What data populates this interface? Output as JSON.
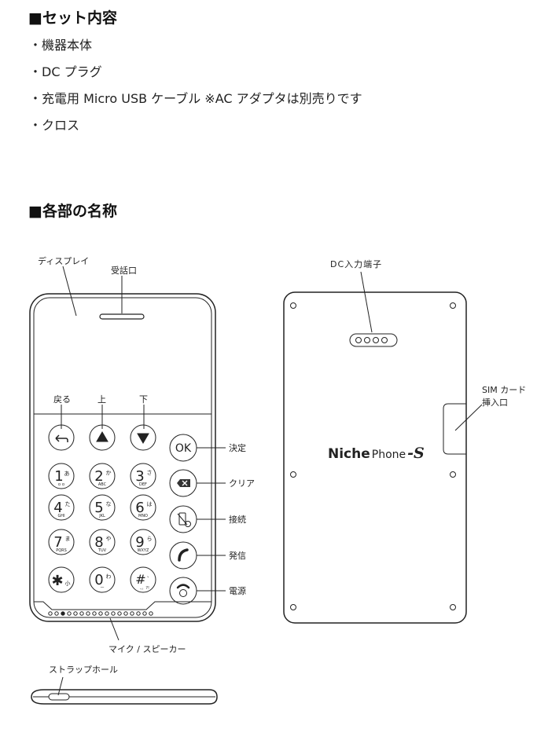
{
  "contents": {
    "heading": "■セット内容",
    "items": [
      "・機器本体",
      "・DC プラグ",
      "・充電用 Micro USB ケーブル ※AC アダプタは別売りです",
      "・クロス"
    ]
  },
  "parts": {
    "heading": "■各部の名称",
    "labels": {
      "display": "ディスプレイ",
      "receiver": "受話口",
      "back": "戻る",
      "up": "上",
      "down": "下",
      "decide": "決定",
      "clear": "クリア",
      "connect": "接続",
      "call": "発信",
      "power": "電源",
      "mic_speaker": "マイク / スピーカー",
      "dc_port": "DC入力端子",
      "sim_line1": "SIM カード",
      "sim_line2": "挿入口",
      "strap": "ストラップホール"
    },
    "brand": {
      "main": "Niche",
      "sub": "Phone",
      "suffix": "-S"
    },
    "keys": {
      "ok": "OK",
      "k1": "1",
      "k1_kana": "あ",
      "k1_sub": "ｏｏ",
      "k2": "2",
      "k2_kana": "か",
      "k2_sub": "ABC",
      "k3": "3",
      "k3_kana": "さ",
      "k3_sub": "DEF",
      "k4": "4",
      "k4_kana": "た",
      "k4_sub": "GHI",
      "k5": "5",
      "k5_kana": "な",
      "k5_sub": "JKL",
      "k6": "6",
      "k6_kana": "は",
      "k6_sub": "MNO",
      "k7": "7",
      "k7_kana": "ま",
      "k7_sub": "PQRS",
      "k8": "8",
      "k8_kana": "や",
      "k8_sub": "TUV",
      "k9": "9",
      "k9_kana": "ら",
      "k9_sub": "WXYZ",
      "k0": "0",
      "k0_kana": "わ",
      "k0_sub": "－",
      "kstar": "✱",
      "kstar_kana": "小",
      "khash": "#",
      "khash_kana": "、",
      "khash_sub": "、。?!"
    }
  },
  "colors": {
    "stroke": "#222222",
    "clear_key": "#333333",
    "background": "#ffffff"
  }
}
